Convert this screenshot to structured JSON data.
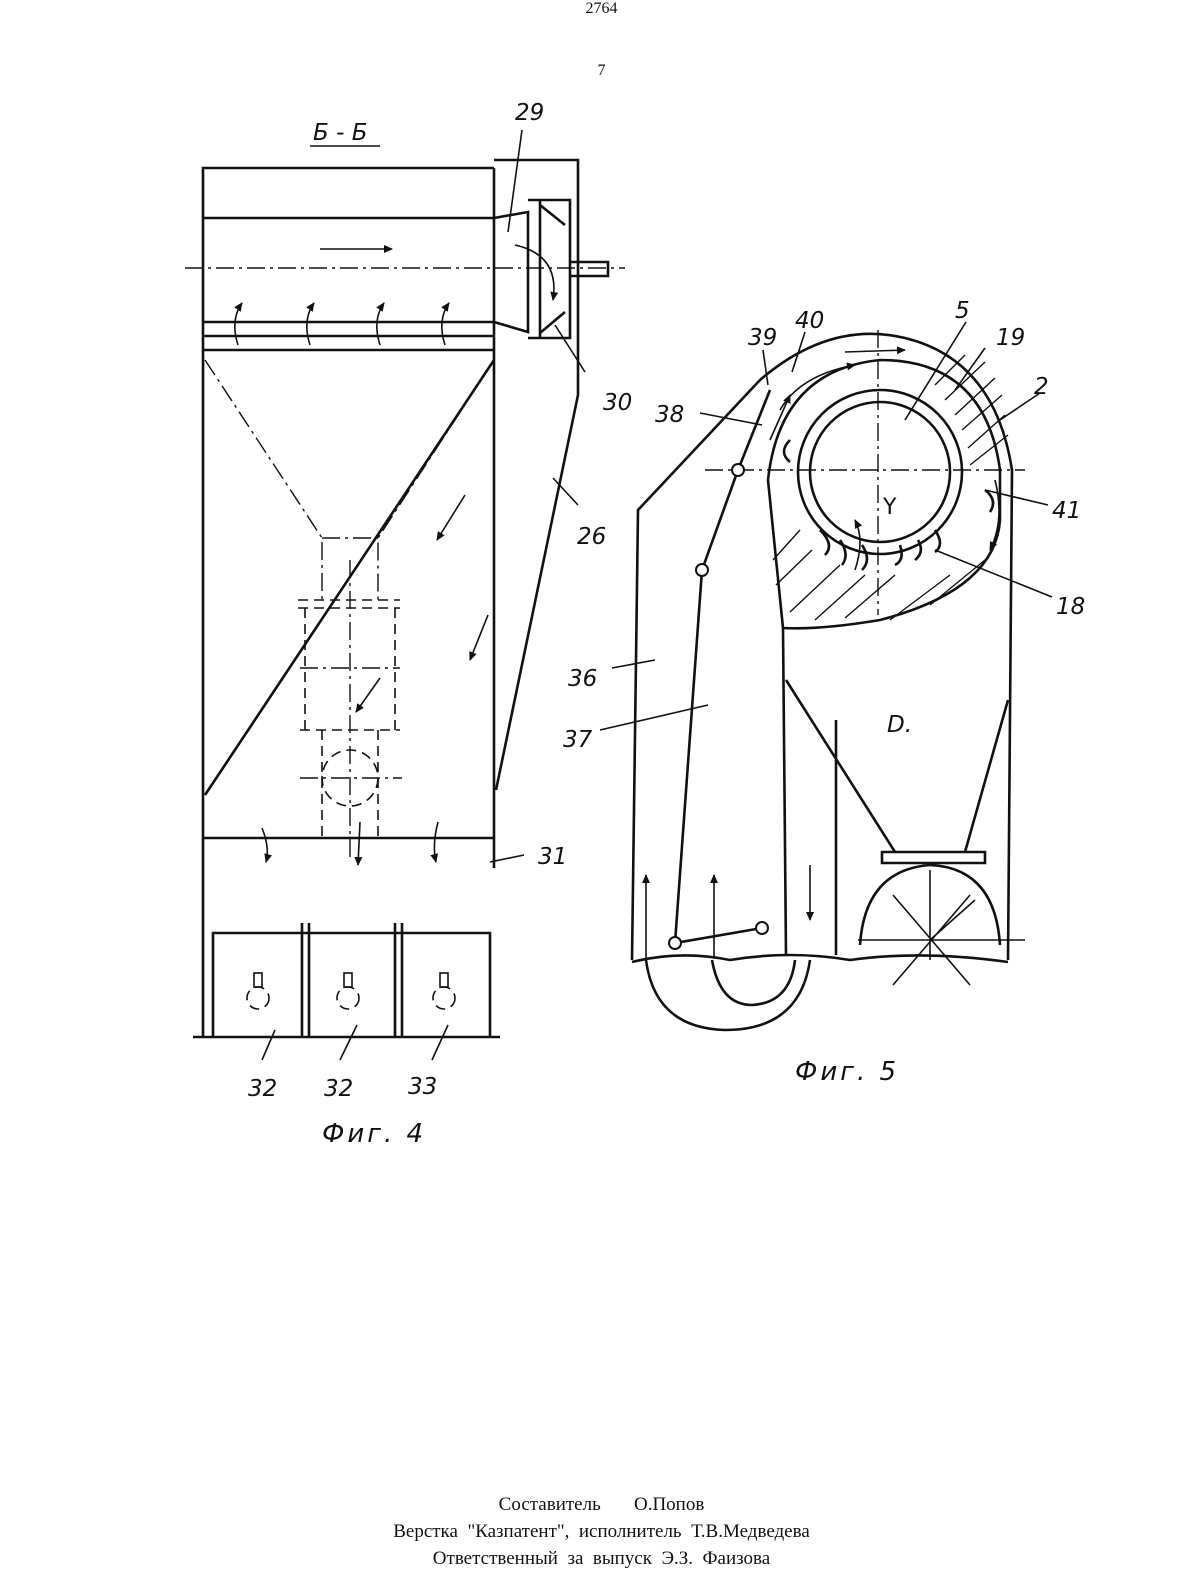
{
  "header": {
    "doc_number": "2764",
    "page_number": "7"
  },
  "fig4": {
    "section_label": "Б - Б",
    "caption": "Фиг. 4",
    "labels": [
      "29",
      "30",
      "26",
      "31",
      "32",
      "32",
      "33"
    ]
  },
  "fig5": {
    "caption": "Фиг. 5",
    "labels": [
      "5",
      "40",
      "39",
      "19",
      "2",
      "38",
      "41",
      "18",
      "36",
      "37"
    ],
    "marks": [
      "Y",
      "D."
    ]
  },
  "footer": {
    "lines": [
      "Составитель       О.Попов",
      "Верстка  \"Казпатент\",  исполнитель  Т.В.Медведева",
      "Ответственный  за  выпуск  Э.З.  Фаизова"
    ]
  }
}
